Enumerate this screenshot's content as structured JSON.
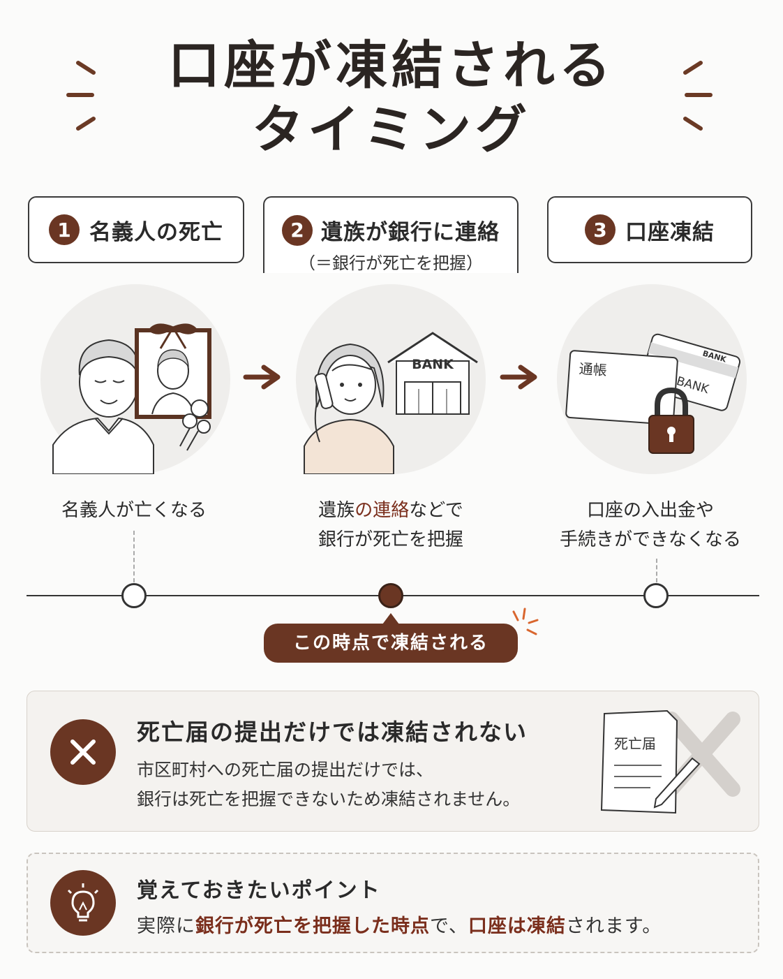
{
  "title": {
    "line1": "口座が凍結される",
    "line2": "タイミング"
  },
  "steps": [
    {
      "num": "1",
      "label": "名義人の死亡"
    },
    {
      "num": "2",
      "label": "遺族が銀行に連絡",
      "sub": "（＝銀行が死亡を把握）"
    },
    {
      "num": "3",
      "label": "口座凍結"
    }
  ],
  "illustrations": {
    "bank_sign": "BANK",
    "passbook_label": "通帳",
    "card_back_label": "BANK",
    "card_front_label": "BANK"
  },
  "captions": {
    "c1": "名義人が亡くなる",
    "c2_pre": "遺族",
    "c2_hl1": "の",
    "c2_hl2": "連絡",
    "c2_post": "などで",
    "c2_line2": "銀行が死亡を把握",
    "c3_line1": "口座の入出金や",
    "c3_line2": "手続きができなくなる"
  },
  "callout": "この時点で凍結される",
  "notice": {
    "title": "死亡届の提出だけでは凍結されない",
    "body_line1": "市区町村への死亡届の提出だけでは、",
    "body_line2": "銀行は死亡を把握できないため凍結されません。",
    "doc_label": "死亡届"
  },
  "point": {
    "title": "覚えておきたいポイント",
    "body_pre": "実際に",
    "body_hl1": "銀行が死亡を把握した時点",
    "body_mid": "で、",
    "body_hl2": "口座は凍結",
    "body_post": "されます。"
  },
  "colors": {
    "accent": "#6a3623",
    "highlight": "#7a2e1c",
    "spark": "#d9662e"
  }
}
